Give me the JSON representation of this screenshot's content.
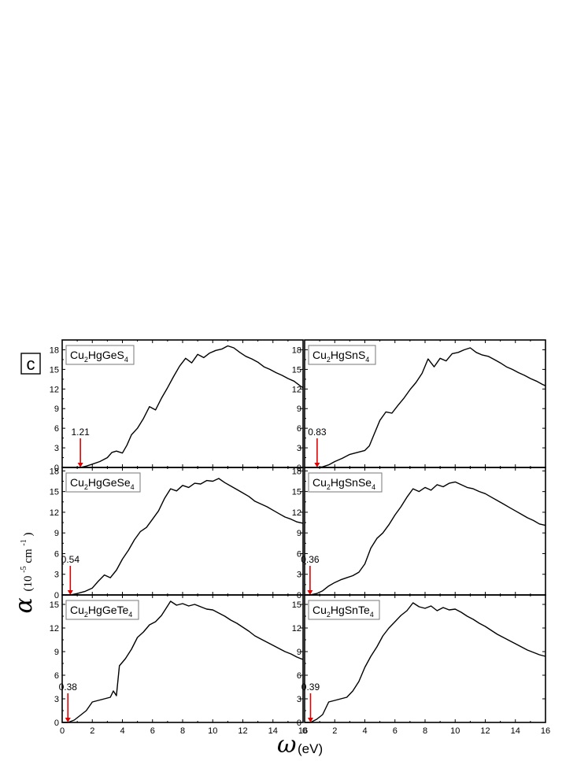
{
  "figure": {
    "panel_letter": "c",
    "x_axis": {
      "symbol": "ω",
      "unit": "(eV)",
      "ticks": [
        "0",
        "2",
        "4",
        "6",
        "8",
        "10",
        "12",
        "14",
        "16"
      ]
    },
    "y_axis": {
      "symbol": "α",
      "unit_text": "(10",
      "unit_exp1": "-5",
      "unit_mid": " cm",
      "unit_exp2": "-1",
      "unit_close": ")"
    }
  },
  "chart_data": [
    {
      "type": "line",
      "row": 0,
      "col": 0,
      "name_base": "Cu",
      "name_sub1": "2",
      "name_mid": "HgGeS",
      "name_sub2": "4",
      "gap_label": "1.21",
      "gap_value": 1.21,
      "xlim": [
        0,
        16
      ],
      "ylim": [
        0,
        19.5
      ],
      "yticks": [
        0,
        3,
        6,
        9,
        12,
        15,
        18
      ],
      "x": [
        0,
        1.21,
        1.6,
        2.0,
        2.5,
        3.0,
        3.3,
        3.6,
        4.0,
        4.3,
        4.6,
        5.0,
        5.4,
        5.8,
        6.2,
        6.6,
        7.0,
        7.4,
        7.8,
        8.2,
        8.6,
        9.0,
        9.4,
        9.8,
        10.2,
        10.6,
        11.0,
        11.4,
        11.8,
        12.2,
        12.6,
        13.0,
        13.4,
        13.8,
        14.2,
        14.6,
        15.0,
        15.4,
        15.8,
        16.0
      ],
      "y": [
        0,
        0,
        0.2,
        0.5,
        0.9,
        1.5,
        2.3,
        2.5,
        2.2,
        3.4,
        5.0,
        6.0,
        7.5,
        9.3,
        8.8,
        10.6,
        12.2,
        13.9,
        15.5,
        16.7,
        16.0,
        17.3,
        16.8,
        17.5,
        17.9,
        18.1,
        18.6,
        18.3,
        17.6,
        17.0,
        16.6,
        16.1,
        15.4,
        15.0,
        14.5,
        14.1,
        13.6,
        13.2,
        12.5,
        12.2
      ]
    },
    {
      "type": "line",
      "row": 0,
      "col": 1,
      "name_base": "Cu",
      "name_sub1": "2",
      "name_mid": "HgSnS",
      "name_sub2": "4",
      "gap_label": "0.83",
      "gap_value": 0.83,
      "xlim": [
        0,
        16
      ],
      "ylim": [
        0,
        19.5
      ],
      "yticks": [
        0,
        3,
        6,
        9,
        12,
        15,
        18
      ],
      "x": [
        0,
        0.83,
        1.2,
        1.6,
        2.0,
        2.5,
        3.0,
        3.5,
        4.0,
        4.3,
        4.6,
        5.0,
        5.4,
        5.8,
        6.2,
        6.6,
        7.0,
        7.4,
        7.8,
        8.2,
        8.6,
        9.0,
        9.4,
        9.8,
        10.2,
        10.6,
        11.0,
        11.4,
        11.8,
        12.2,
        12.6,
        13.0,
        13.4,
        13.8,
        14.2,
        14.6,
        15.0,
        15.4,
        15.8,
        16.0
      ],
      "y": [
        0,
        0,
        0.1,
        0.4,
        0.9,
        1.4,
        2.0,
        2.3,
        2.6,
        3.3,
        5.0,
        7.2,
        8.5,
        8.3,
        9.5,
        10.6,
        11.9,
        13.0,
        14.4,
        16.6,
        15.4,
        16.7,
        16.3,
        17.4,
        17.6,
        18.0,
        18.3,
        17.6,
        17.2,
        17.0,
        16.5,
        16.0,
        15.4,
        15.0,
        14.5,
        14.1,
        13.6,
        13.2,
        12.7,
        12.5
      ]
    },
    {
      "type": "line",
      "row": 1,
      "col": 0,
      "name_base": "Cu",
      "name_sub1": "2",
      "name_mid": "HgGeSe",
      "name_sub2": "4",
      "gap_label": "0.54",
      "gap_value": 0.54,
      "xlim": [
        0,
        16
      ],
      "ylim": [
        0,
        18.5
      ],
      "yticks": [
        0,
        3,
        6,
        9,
        12,
        15,
        18
      ],
      "x": [
        0,
        0.54,
        1.0,
        1.5,
        2.0,
        2.4,
        2.8,
        3.2,
        3.6,
        4.0,
        4.4,
        4.8,
        5.2,
        5.6,
        6.0,
        6.4,
        6.8,
        7.2,
        7.6,
        8.0,
        8.4,
        8.8,
        9.2,
        9.6,
        10.0,
        10.4,
        10.8,
        11.2,
        11.6,
        12.0,
        12.4,
        12.8,
        13.2,
        13.6,
        14.0,
        14.4,
        14.8,
        15.2,
        15.6,
        16.0
      ],
      "y": [
        0,
        0,
        0.2,
        0.5,
        1.0,
        2.0,
        2.9,
        2.5,
        3.6,
        5.2,
        6.5,
        8.0,
        9.2,
        9.8,
        11.0,
        12.2,
        14.0,
        15.4,
        15.1,
        15.9,
        15.6,
        16.2,
        16.1,
        16.6,
        16.5,
        16.9,
        16.3,
        15.8,
        15.3,
        14.8,
        14.3,
        13.6,
        13.2,
        12.8,
        12.3,
        11.8,
        11.3,
        11.0,
        10.6,
        10.4
      ]
    },
    {
      "type": "line",
      "row": 1,
      "col": 1,
      "name_base": "Cu",
      "name_sub1": "2",
      "name_mid": "HgSnSe",
      "name_sub2": "4",
      "gap_label": "0.36",
      "gap_value": 0.36,
      "xlim": [
        0,
        16
      ],
      "ylim": [
        0,
        18.5
      ],
      "yticks": [
        0,
        3,
        6,
        9,
        12,
        15,
        18
      ],
      "x": [
        0,
        0.36,
        0.8,
        1.2,
        1.6,
        2.0,
        2.4,
        2.8,
        3.2,
        3.6,
        4.0,
        4.4,
        4.8,
        5.2,
        5.6,
        6.0,
        6.4,
        6.8,
        7.2,
        7.6,
        8.0,
        8.4,
        8.8,
        9.2,
        9.6,
        10.0,
        10.4,
        10.8,
        11.2,
        11.6,
        12.0,
        12.4,
        12.8,
        13.2,
        13.6,
        14.0,
        14.4,
        14.8,
        15.2,
        15.6,
        16.0
      ],
      "y": [
        0,
        0,
        0.2,
        0.6,
        1.3,
        1.8,
        2.2,
        2.5,
        2.8,
        3.3,
        4.5,
        6.8,
        8.2,
        9.0,
        10.2,
        11.6,
        12.8,
        14.2,
        15.4,
        15.0,
        15.6,
        15.2,
        16.0,
        15.7,
        16.2,
        16.4,
        16.0,
        15.6,
        15.4,
        15.0,
        14.7,
        14.2,
        13.7,
        13.2,
        12.7,
        12.2,
        11.7,
        11.2,
        10.8,
        10.3,
        10.1
      ]
    },
    {
      "type": "line",
      "row": 2,
      "col": 0,
      "name_base": "Cu",
      "name_sub1": "2",
      "name_mid": "HgGeTe",
      "name_sub2": "4",
      "gap_label": "0.38",
      "gap_value": 0.38,
      "xlim": [
        0,
        16
      ],
      "ylim": [
        0,
        16.2
      ],
      "yticks": [
        0,
        3,
        6,
        9,
        12,
        15
      ],
      "x": [
        0,
        0.38,
        0.8,
        1.2,
        1.6,
        2.0,
        2.4,
        2.8,
        3.2,
        3.4,
        3.6,
        3.8,
        4.2,
        4.6,
        5.0,
        5.4,
        5.8,
        6.2,
        6.6,
        7.0,
        7.2,
        7.6,
        8.0,
        8.4,
        8.8,
        9.2,
        9.6,
        10.0,
        10.4,
        10.8,
        11.2,
        11.6,
        12.0,
        12.4,
        12.8,
        13.2,
        13.6,
        14.0,
        14.4,
        14.8,
        15.2,
        15.6,
        16.0
      ],
      "y": [
        0,
        0,
        0.3,
        0.9,
        1.5,
        2.6,
        2.8,
        3.0,
        3.2,
        4.0,
        3.4,
        7.2,
        8.1,
        9.3,
        10.8,
        11.5,
        12.4,
        12.8,
        13.6,
        14.8,
        15.4,
        14.9,
        15.1,
        14.8,
        15.0,
        14.7,
        14.4,
        14.3,
        13.9,
        13.5,
        13.0,
        12.6,
        12.1,
        11.6,
        11.0,
        10.6,
        10.2,
        9.8,
        9.4,
        9.0,
        8.7,
        8.3,
        8.0
      ]
    },
    {
      "type": "line",
      "row": 2,
      "col": 1,
      "name_base": "Cu",
      "name_sub1": "2",
      "name_mid": "HgSnTe",
      "name_sub2": "4",
      "gap_label": "0.39",
      "gap_value": 0.39,
      "xlim": [
        0,
        16
      ],
      "ylim": [
        0,
        16.2
      ],
      "yticks": [
        0,
        3,
        6,
        9,
        12,
        15
      ],
      "x": [
        0,
        0.39,
        0.8,
        1.2,
        1.6,
        2.0,
        2.4,
        2.8,
        3.2,
        3.6,
        4.0,
        4.4,
        4.8,
        5.2,
        5.6,
        6.0,
        6.4,
        6.8,
        7.2,
        7.6,
        8.0,
        8.4,
        8.8,
        9.2,
        9.6,
        10.0,
        10.4,
        10.8,
        11.2,
        11.6,
        12.0,
        12.4,
        12.8,
        13.2,
        13.6,
        14.0,
        14.4,
        14.8,
        15.2,
        15.6,
        16.0
      ],
      "y": [
        0,
        0,
        0.4,
        1.0,
        2.6,
        2.8,
        3.0,
        3.2,
        4.0,
        5.2,
        7.0,
        8.4,
        9.6,
        11.0,
        12.0,
        12.8,
        13.6,
        14.2,
        15.2,
        14.7,
        14.5,
        14.8,
        14.2,
        14.6,
        14.3,
        14.4,
        14.0,
        13.5,
        13.1,
        12.6,
        12.2,
        11.7,
        11.2,
        10.8,
        10.4,
        10.0,
        9.6,
        9.2,
        8.9,
        8.6,
        8.4
      ]
    }
  ]
}
